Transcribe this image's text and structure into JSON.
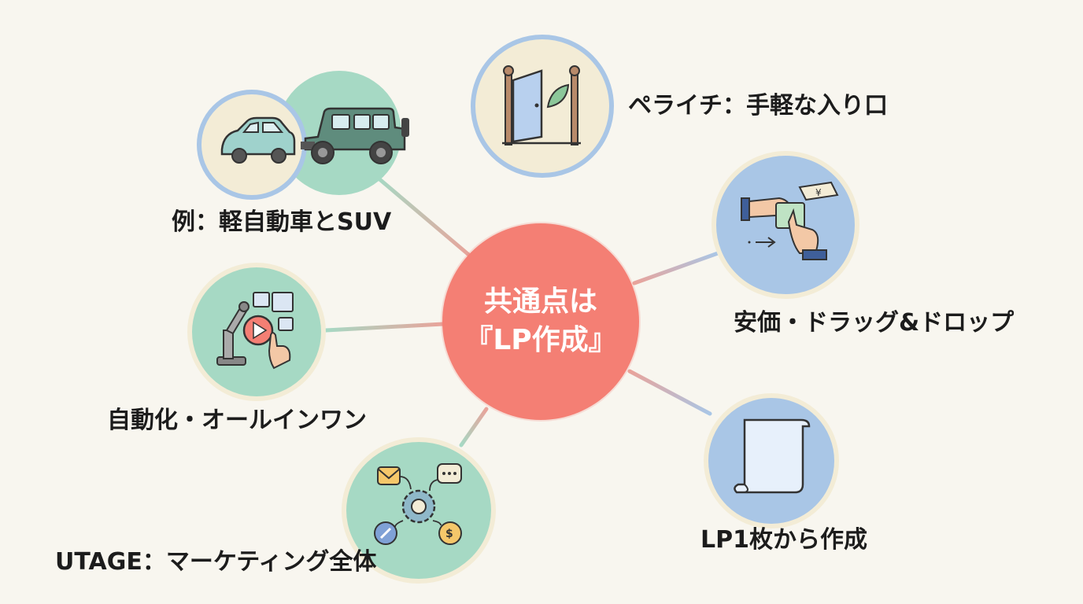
{
  "center": {
    "line1": "共通点は",
    "line2": "『LP作成』"
  },
  "nodes": [
    {
      "id": "car",
      "label": "例：軽自動車とSUV",
      "icon": "car-icon"
    },
    {
      "id": "door",
      "label": "ペライチ：手軽な入り口",
      "icon": "door-icon"
    },
    {
      "id": "price",
      "label": "安価・ドラッグ&ドロップ",
      "icon": "drag-drop-icon"
    },
    {
      "id": "auto",
      "label": "自動化・オールインワン",
      "icon": "automation-icon"
    },
    {
      "id": "scroll",
      "label": "LP1枚から作成",
      "icon": "scroll-icon"
    },
    {
      "id": "marketing",
      "label": "UTAGE：マーケティング全体",
      "icon": "gear-icon"
    }
  ],
  "colors": {
    "center": "#f47f74",
    "green": "#a6d9c4",
    "blue": "#a9c6e6",
    "cream": "#f3ecd6",
    "background": "#f8f6ef"
  }
}
